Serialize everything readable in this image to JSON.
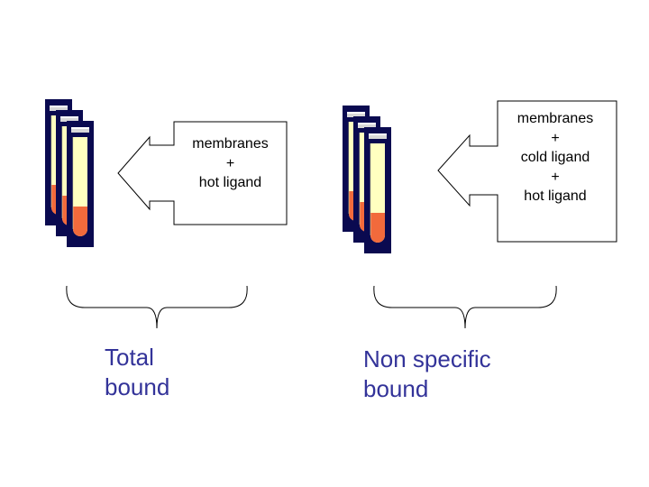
{
  "colors": {
    "tube_frame": "#0a0a50",
    "tube_glass": "#ffffc0",
    "tube_liquid": "#f26a3c",
    "tube_cap": "#c0c0c0",
    "caption": "#333399",
    "outline": "#000000"
  },
  "left_panel": {
    "callout_lines": [
      "membranes",
      "+",
      "hot ligand"
    ],
    "caption_lines": [
      "Total",
      "bound"
    ],
    "tube_icon": "test-tube-icon"
  },
  "right_panel": {
    "callout_lines": [
      "membranes",
      "+",
      "cold ligand",
      "+",
      "hot ligand"
    ],
    "caption_lines": [
      "Non specific",
      "bound"
    ],
    "tube_icon": "test-tube-icon"
  }
}
